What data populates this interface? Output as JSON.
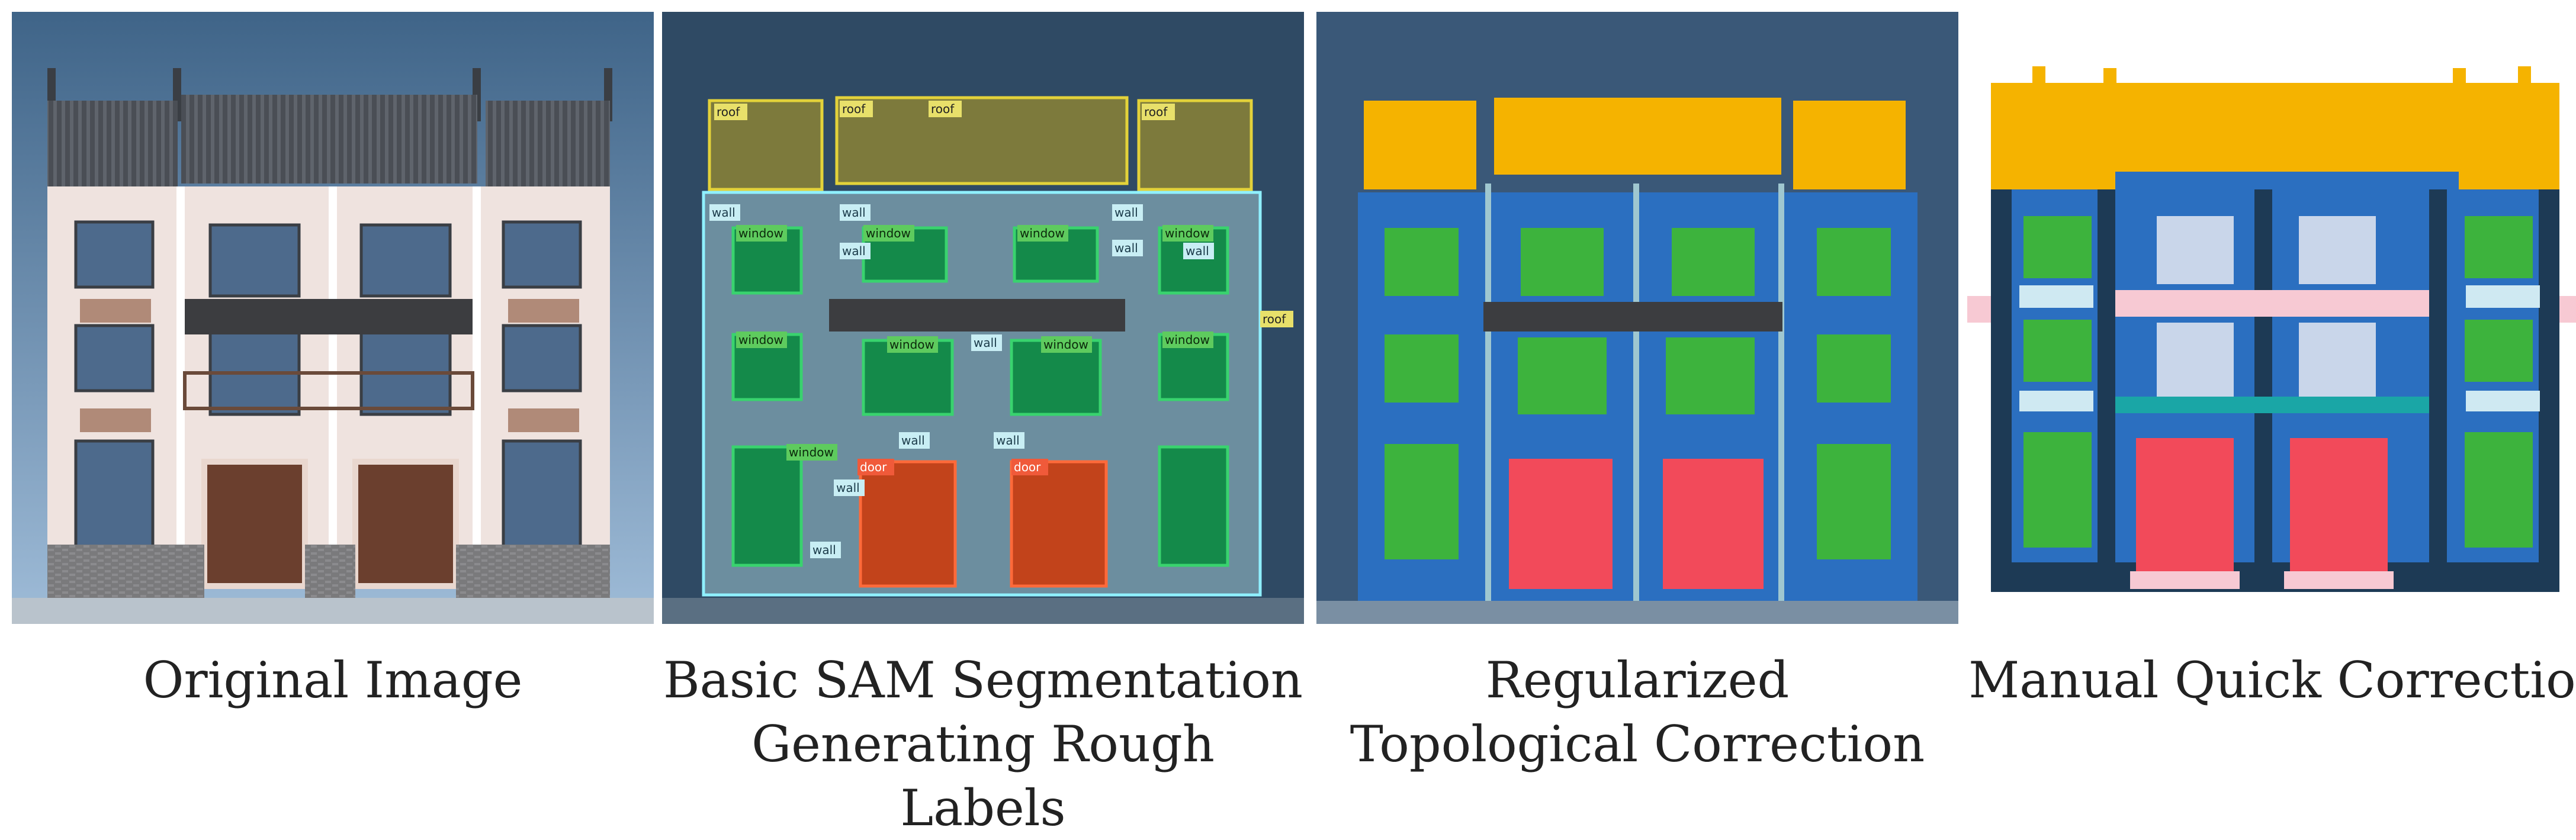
{
  "captions": [
    {
      "lines": [
        "Original Image"
      ]
    },
    {
      "lines": [
        "Basic SAM Segmentation",
        "Generating Rough Labels"
      ]
    },
    {
      "lines": [
        "Regularized",
        "Topological Correction"
      ]
    },
    {
      "lines": [
        "Manual Quick Correction"
      ]
    }
  ],
  "sam_labels": {
    "roof": "roof",
    "wall": "wall",
    "window": "window",
    "door": "door"
  },
  "colors": {
    "roof": "#f5b300",
    "wall": "#2b6fc0",
    "window": "#3db33d",
    "door": "#f24a5a",
    "balcony_light": "#c9d6ea",
    "rail_pink": "#f7c9d3",
    "teal_band": "#1aa6a6",
    "base_dark": "#1d3a55",
    "sky_top": "#3f5f80",
    "sky_bottom": "#8fb0cf"
  },
  "icons": [
    "building-facade",
    "segmentation-overlay",
    "corrected-mask",
    "final-mask"
  ]
}
